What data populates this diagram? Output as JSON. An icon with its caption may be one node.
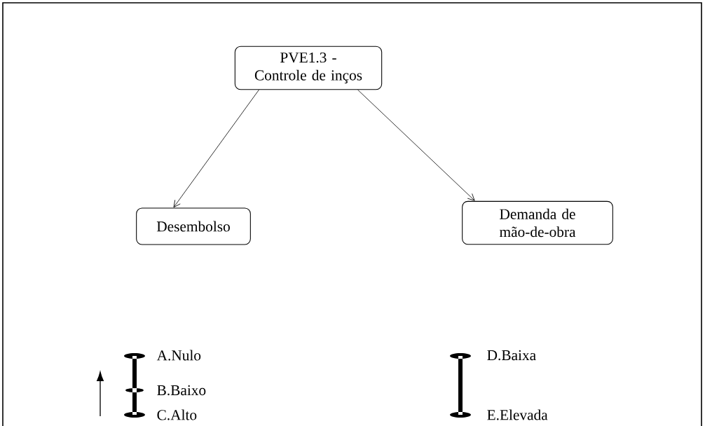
{
  "diagram": {
    "nodes": [
      {
        "text": [
          "PVE1.3 - Controle de inços"
        ]
      },
      {
        "text": [
          "Desembolso"
        ]
      },
      {
        "text": [
          "Demanda de mão-de-obra"
        ]
      }
    ],
    "edges": [
      {
        "from": 0,
        "to": 1,
        "arrow": "to"
      },
      {
        "from": 0,
        "to": 2,
        "arrow": "to"
      }
    ],
    "labels": [
      "A.Nulo",
      "D.Baixa",
      "B.Baixo",
      "C.Alto",
      "E.Elevada"
    ]
  }
}
